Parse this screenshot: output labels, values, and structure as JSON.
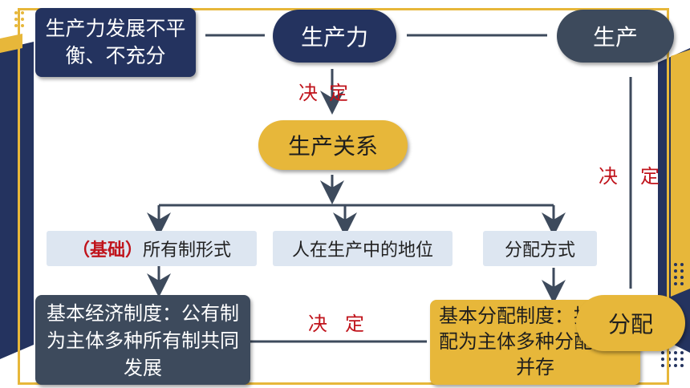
{
  "nodes": {
    "productivity_imbalance": "生产力发展不平衡、不充分",
    "productivity": "生产力",
    "production": "生产",
    "relations_of_production": "生产关系",
    "foundation_prefix": "（基础）",
    "ownership_form": "所有制形式",
    "position_in_production": "人在生产中的地位",
    "distribution_method": "分配方式",
    "basic_economic_system": "基本经济制度：公有制为主体多种所有制共同发展",
    "basic_distribution_system": "基本分配制度：按劳分配为主体多种分配方式并存",
    "distribution": "分配"
  },
  "labels": {
    "determines_top": "决定",
    "determines_right": "决定",
    "determines_bottom": "决定"
  },
  "colors": {
    "navy": "#24335f",
    "slate": "#3d4a5c",
    "gold": "#e7b73a",
    "light_blue": "#dde6f1",
    "red": "#c0141c"
  }
}
